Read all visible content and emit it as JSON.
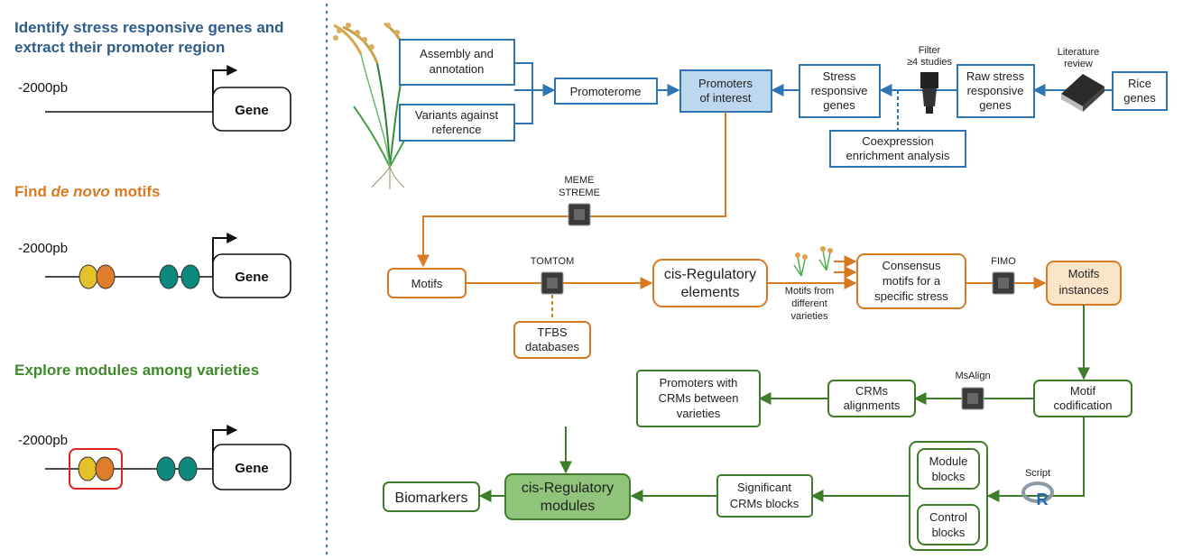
{
  "colors": {
    "blue": "#2e75b6",
    "blue_fill": "#bdd7ee",
    "blue_title": "#2f5d8a",
    "orange": "#d97a22",
    "orange_fill": "#fbe5c8",
    "orange_title": "#d97a22",
    "green": "#3e7d2a",
    "green_fill": "#8fc47a",
    "green_title": "#3e8a2a"
  },
  "left_panel": {
    "section1": {
      "title_line1": "Identify stress responsive genes and",
      "title_line2": "extract their promoter region"
    },
    "section2": {
      "title_prefix": "Find ",
      "title_italic": "de novo",
      "title_suffix": " motifs"
    },
    "section3": {
      "title": "Explore modules among varieties"
    },
    "promoter_label": "-2000pb",
    "gene_label": "Gene"
  },
  "blue_stage": {
    "assembly": "Assembly and annotation",
    "variants_line1": "Variants against",
    "variants_line2": "reference",
    "promoterome": "Promoterome",
    "promoters_line1": "Promoters",
    "promoters_line2": "of interest",
    "stress_line1": "Stress",
    "stress_line2": "responsive",
    "stress_line3": "genes",
    "filter_line1": "Filter",
    "filter_line2": "≥4 studies",
    "raw_line1": "Raw stress",
    "raw_line2": "responsive",
    "raw_line3": "genes",
    "literature_line1": "Literature",
    "literature_line2": "review",
    "rice_line1": "Rice",
    "rice_line2": "genes",
    "coexp_line1": "Coexpression",
    "coexp_line2": "enrichment analysis"
  },
  "orange_stage": {
    "meme_line1": "MEME",
    "meme_line2": "STREME",
    "motifs": "Motifs",
    "tomtom": "TOMTOM",
    "tfbs_line1": "TFBS",
    "tfbs_line2": "databases",
    "cis_line1": "cis-Regulatory",
    "cis_line2": "elements",
    "varieties_line1": "Motifs from",
    "varieties_line2": "different",
    "varieties_line3": "varieties",
    "consensus_line1": "Consensus",
    "consensus_line2": "motifs for a",
    "consensus_line3": "specific stress",
    "fimo": "FIMO",
    "instances_line1": "Motifs",
    "instances_line2": "instances"
  },
  "green_stage": {
    "codification_line1": "Motif",
    "codification_line2": "codification",
    "msalign": "MsAlign",
    "crm_align_line1": "CRMs",
    "crm_align_line2": "alignments",
    "prom_crm_line1": "Promoters with",
    "prom_crm_line2": "CRMs between",
    "prom_crm_line3": "varieties",
    "script": "Script",
    "module_line1": "Module",
    "module_line2": "blocks",
    "control_line1": "Control",
    "control_line2": "blocks",
    "signif_line1": "Significant",
    "signif_line2": "CRMs blocks",
    "crm_modules_line1": "cis-Regulatory",
    "crm_modules_line2": "modules",
    "biomarkers": "Biomarkers"
  }
}
